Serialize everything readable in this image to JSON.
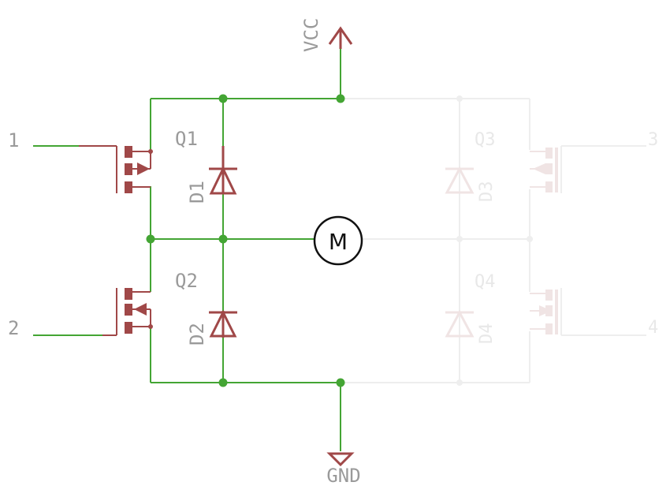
{
  "colors": {
    "wire": "#44a534",
    "component": "#a04848",
    "label": "#9a9a9a",
    "faded_wire": "#eeeeee",
    "faded_component": "#f0e4e4",
    "faded_label": "#e8e8e8"
  },
  "labels": {
    "vcc": "VCC",
    "gnd": "GND",
    "motor": "M",
    "q1": "Q1",
    "q2": "Q2",
    "q3": "Q3",
    "q4": "Q4",
    "d1": "D1",
    "d2": "D2",
    "d3": "D3",
    "d4": "D4",
    "in1": "1",
    "in2": "2",
    "in3": "3",
    "in4": "4"
  }
}
